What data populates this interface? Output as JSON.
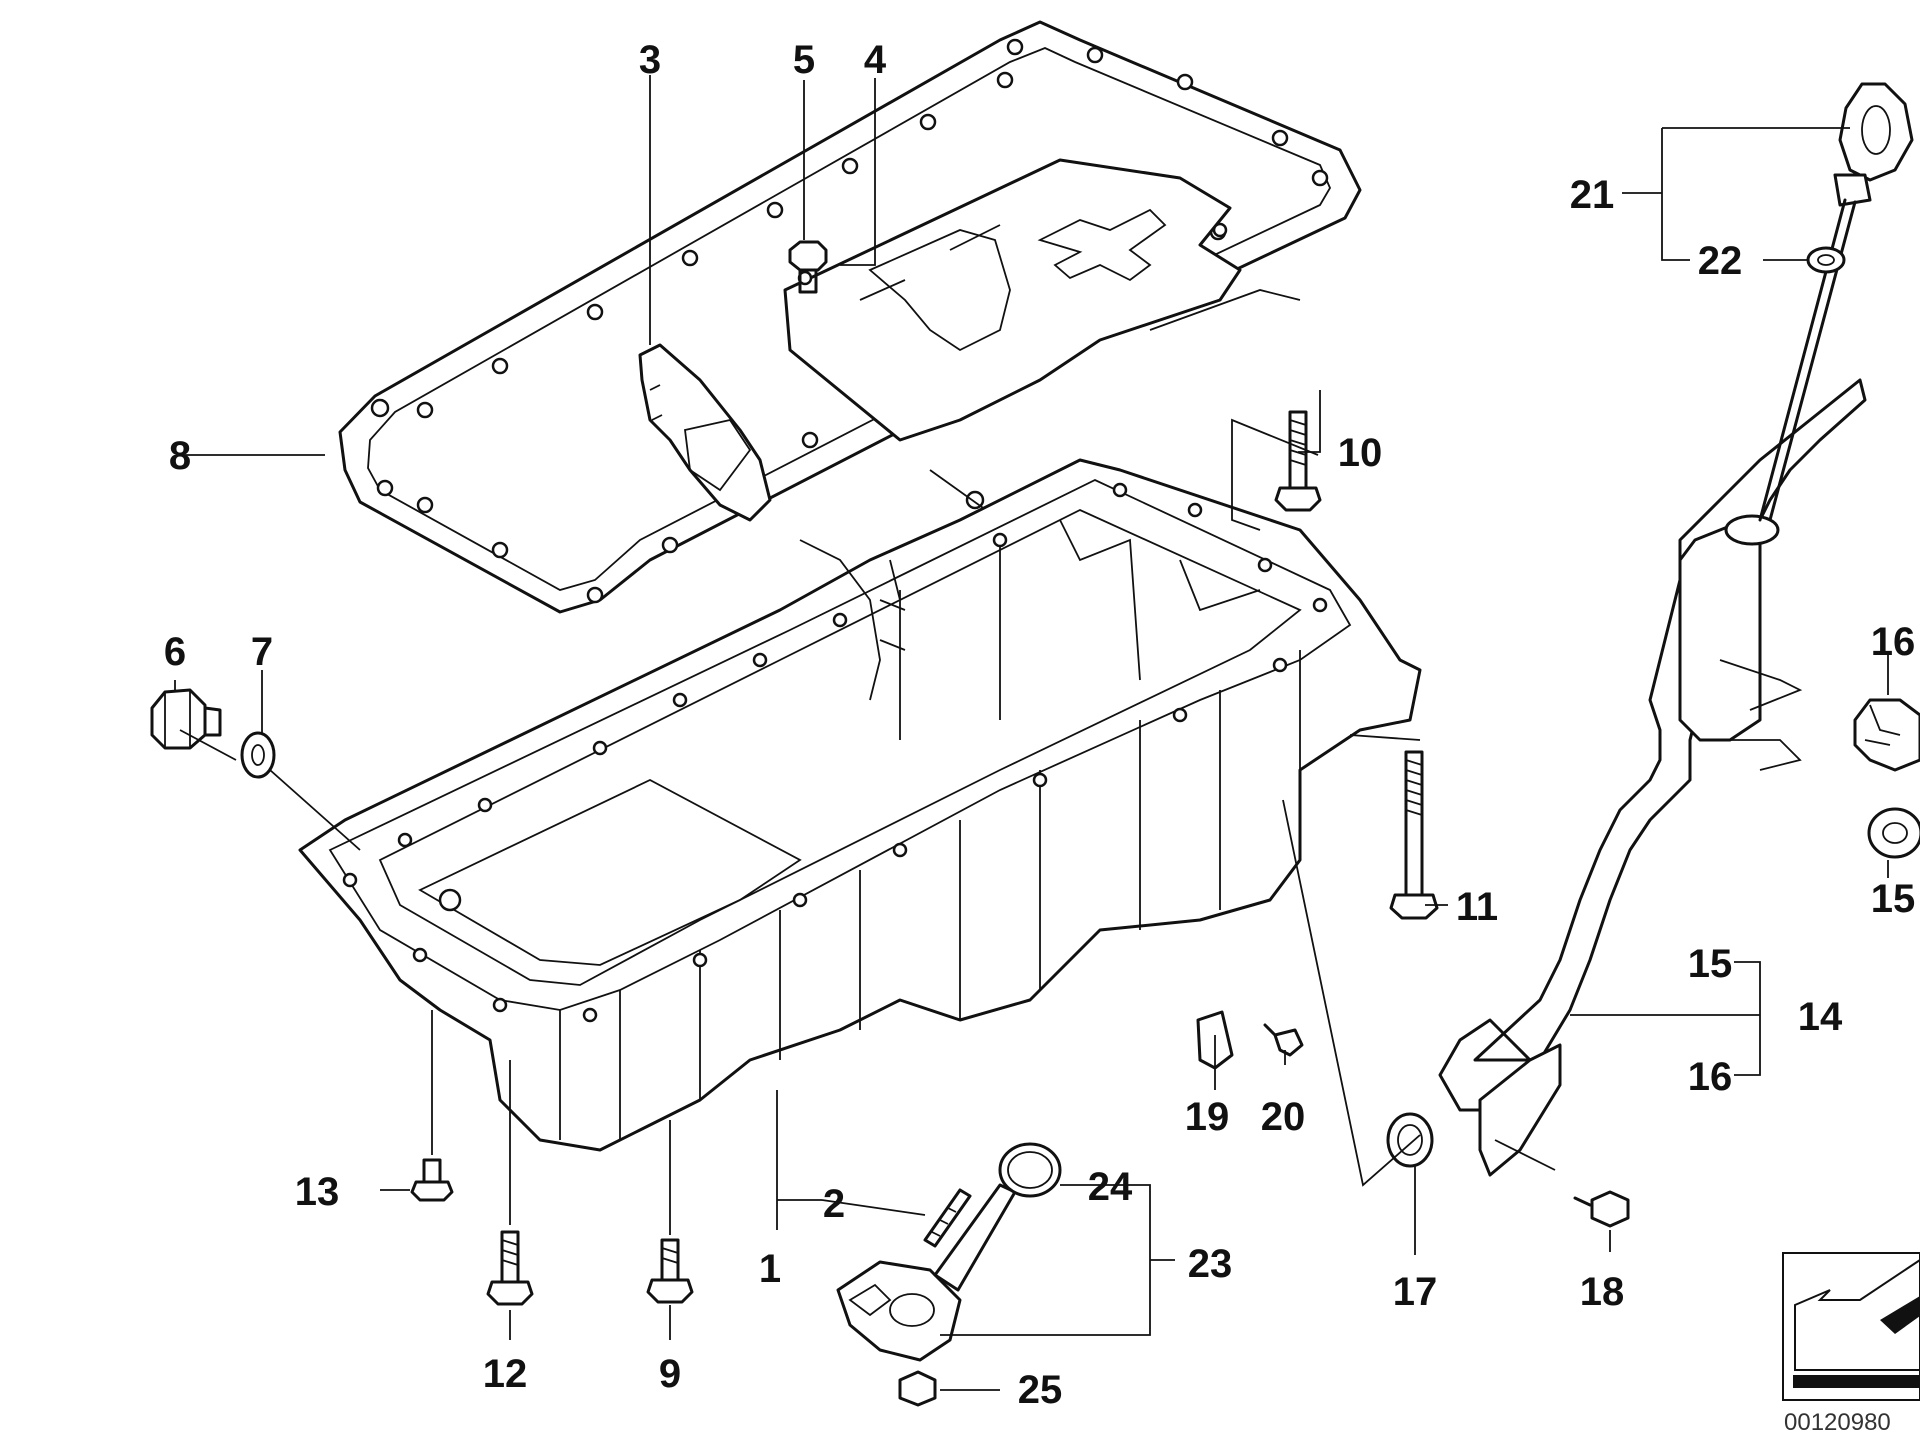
{
  "callouts": {
    "c1": "1",
    "c2": "2",
    "c3": "3",
    "c4": "4",
    "c5": "5",
    "c6": "6",
    "c7": "7",
    "c8": "8",
    "c9": "9",
    "c10": "10",
    "c11": "11",
    "c12": "12",
    "c13": "13",
    "c14": "14",
    "c15a": "15",
    "c15b": "15",
    "c16a": "16",
    "c16b": "16",
    "c17": "17",
    "c18": "18",
    "c19": "19",
    "c20": "20",
    "c21": "21",
    "c22": "22",
    "c23": "23",
    "c24": "24",
    "c25": "25"
  },
  "reference_code": "00120980",
  "icons": {
    "orientation": "arrow-orientation-icon"
  },
  "colors": {
    "line": "#111111",
    "background": "#ffffff"
  }
}
